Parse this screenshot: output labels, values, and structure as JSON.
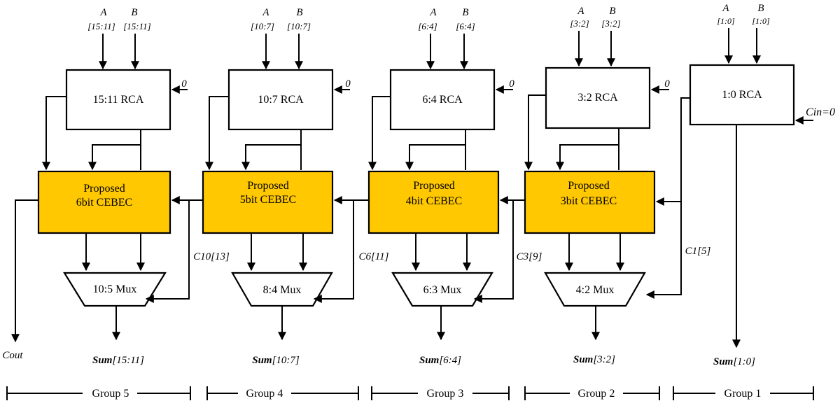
{
  "colors": {
    "cebec_fill": "#ffc800",
    "stroke": "#000000",
    "background": "#ffffff"
  },
  "inputs": {
    "g5": {
      "a_label": "A",
      "b_label": "B",
      "a_bits": "[15:11]",
      "b_bits": "[15:11]"
    },
    "g4": {
      "a_label": "A",
      "b_label": "B",
      "a_bits": "[10:7]",
      "b_bits": "[10:7]"
    },
    "g3": {
      "a_label": "A",
      "b_label": "B",
      "a_bits": "[6:4]",
      "b_bits": "[6:4]"
    },
    "g2": {
      "a_label": "A",
      "b_label": "B",
      "a_bits": "[3:2]",
      "b_bits": "[3:2]"
    },
    "g1": {
      "a_label": "A",
      "b_label": "B",
      "a_bits": "[1:0]",
      "b_bits": "[1:0]"
    }
  },
  "rca": {
    "g5": "15:11 RCA",
    "g4": "10:7 RCA",
    "g3": "6:4 RCA",
    "g2": "3:2 RCA",
    "g1": "1:0 RCA"
  },
  "zero_label": "0",
  "cin_label": "Cin=0",
  "cebec": {
    "g5": {
      "line1": "Proposed",
      "line2": "6bit CEBEC"
    },
    "g4": {
      "line1": "Proposed",
      "line2": "5bit CEBEC"
    },
    "g3": {
      "line1": "Proposed",
      "line2": "4bit CEBEC"
    },
    "g2": {
      "line1": "Proposed",
      "line2": "3bit CEBEC"
    }
  },
  "mux": {
    "g5": "10:5 Mux",
    "g4": "8:4 Mux",
    "g3": "6:3 Mux",
    "g2": "4:2 Mux"
  },
  "carries": {
    "c10": "C10[13]",
    "c6": "C6[11]",
    "c3": "C3[9]",
    "c1": "C1[5]"
  },
  "cout_label": "Cout",
  "sums": {
    "g5": {
      "name": "Sum",
      "bits": "[15:11]"
    },
    "g4": {
      "name": "Sum",
      "bits": "[10:7]"
    },
    "g3": {
      "name": "Sum",
      "bits": "[6:4]"
    },
    "g2": {
      "name": "Sum",
      "bits": "[3:2]"
    },
    "g1": {
      "name": "Sum",
      "bits": "[1:0]"
    }
  },
  "groups": {
    "g5": "Group 5",
    "g4": "Group 4",
    "g3": "Group 3",
    "g2": "Group 2",
    "g1": "Group 1"
  }
}
